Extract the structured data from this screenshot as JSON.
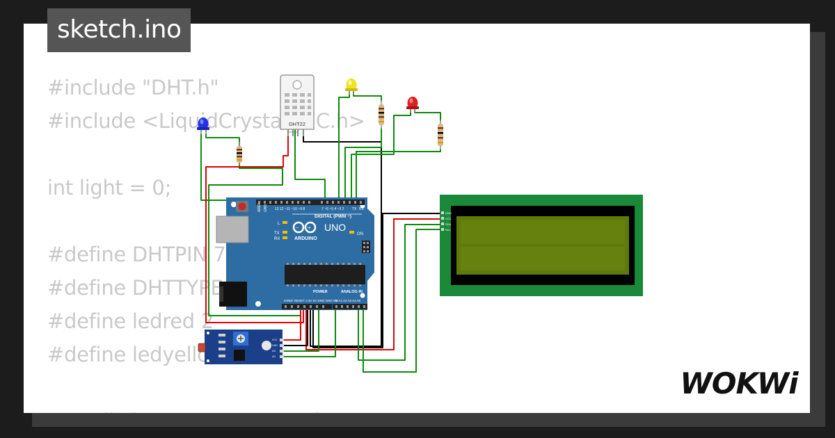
{
  "tab": {
    "filename": "sketch.ino"
  },
  "code": {
    "lines": [
      "#include \"DHT.h\"",
      "#include <LiquidCrystal_I2C.h>",
      "",
      "int light = 0;",
      "",
      "#define DHTPIN 7",
      "#define DHTTYPE DHT22",
      "#define ledred 2",
      "#define ledyellow 3",
      "",
      "DHT dht(DHTPIN, DHTTYPE);"
    ]
  },
  "circuit": {
    "dht_label": "DHT22",
    "arduino": {
      "brand": "ARDUINO",
      "model": "UNO",
      "digital_label": "DIGITAL (PWM ~)",
      "power_label": "POWER",
      "analog_label": "ANALOG IN",
      "aref": "AREF",
      "gnd": "GND",
      "tx": "TX",
      "rx": "RX",
      "l": "L",
      "on": "ON"
    },
    "lcd_pins": [
      "GND",
      "VCC",
      "SDA",
      "SCL"
    ],
    "ldr_pins": [
      "VCC",
      "GND",
      "DO",
      "AO"
    ],
    "colors": {
      "led_blue": "#2332e6",
      "led_yellow": "#f0e21c",
      "led_red": "#e02020",
      "board": "#2e6da4",
      "lcd_pcb": "#1a8a3a",
      "lcd_screen": "#5f7a0c",
      "wire_green": "#0a8a0a",
      "wire_red": "#e00000",
      "wire_black": "#000000"
    }
  },
  "brand": {
    "logo_text": "WOKWi"
  }
}
